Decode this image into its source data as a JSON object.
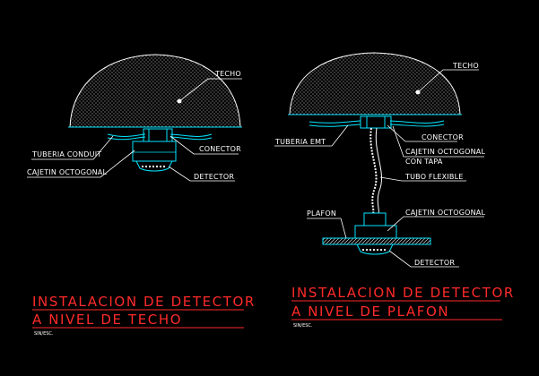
{
  "left_detail": {
    "labels": {
      "ceiling": "TECHO",
      "conduit": "TUBERIA CONDUIT",
      "connector": "CONECTOR",
      "box": "CAJETIN OCTOGONAL",
      "detector": "DETECTOR"
    },
    "title_line1": "INSTALACION DE DETECTOR",
    "title_line2": "A NIVEL DE TECHO",
    "scale_note": "SIN/ESC."
  },
  "right_detail": {
    "labels": {
      "ceiling": "TECHO",
      "emt": "TUBERIA EMT",
      "connector": "CONECTOR",
      "box_cover_1": "CAJETIN OCTOGONAL",
      "box_cover_2": "CON TAPA",
      "flex": "TUBO FLEXIBLE",
      "plafon": "PLAFON",
      "box": "CAJETIN OCTOGONAL",
      "detector": "DETECTOR"
    },
    "title_line1": "INSTALACION DE DETECTOR",
    "title_line2": "A NIVEL DE PLAFON",
    "scale_note": "SIN/ESC."
  },
  "colors": {
    "background": "#000000",
    "linework": "#00e5ff",
    "text": "#ffffff",
    "title": "#ff2a2a",
    "leader": "#ffffff"
  }
}
